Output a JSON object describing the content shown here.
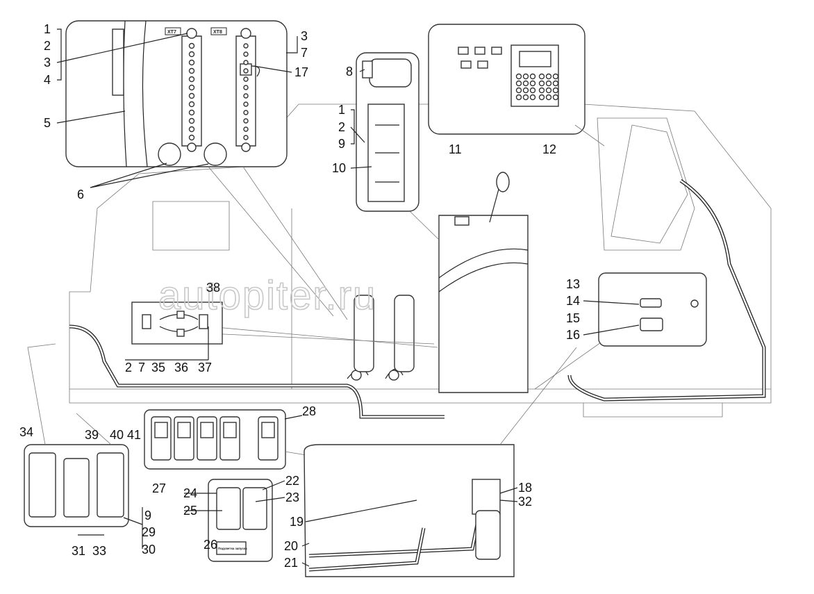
{
  "watermark": "autopiter.ru",
  "plates": {
    "xt7": "XT7",
    "xt8": "XT8"
  },
  "switch_caption": "Подсветка запуска",
  "labels": [
    "1",
    "2",
    "3",
    "4",
    "5",
    "6",
    "3",
    "7",
    "17",
    "8",
    "1",
    "2",
    "9",
    "10",
    "11",
    "12",
    "13",
    "14",
    "15",
    "16",
    "38",
    "2",
    "7",
    "35",
    "36",
    "37",
    "28",
    "34",
    "39",
    "40",
    "41",
    "27",
    "24",
    "25",
    "22",
    "23",
    "18",
    "32",
    "19",
    "20",
    "21",
    "26",
    "9",
    "29",
    "30",
    "31",
    "33"
  ]
}
